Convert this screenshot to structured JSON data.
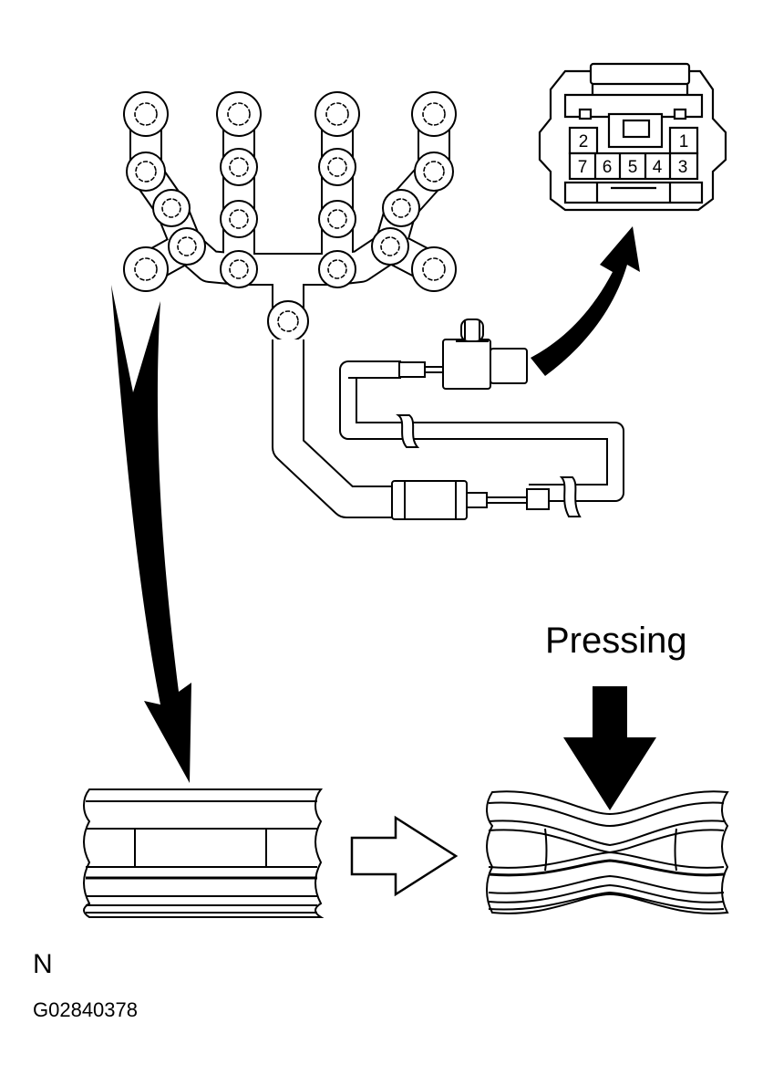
{
  "labels": {
    "pressing": "Pressing",
    "n": "N",
    "figure_code": "G02840378"
  },
  "connector": {
    "pins_top": [
      "2",
      "1"
    ],
    "pins_bottom": [
      "7",
      "6",
      "5",
      "4",
      "3"
    ]
  },
  "colors": {
    "line": "#000000",
    "background": "#ffffff"
  }
}
